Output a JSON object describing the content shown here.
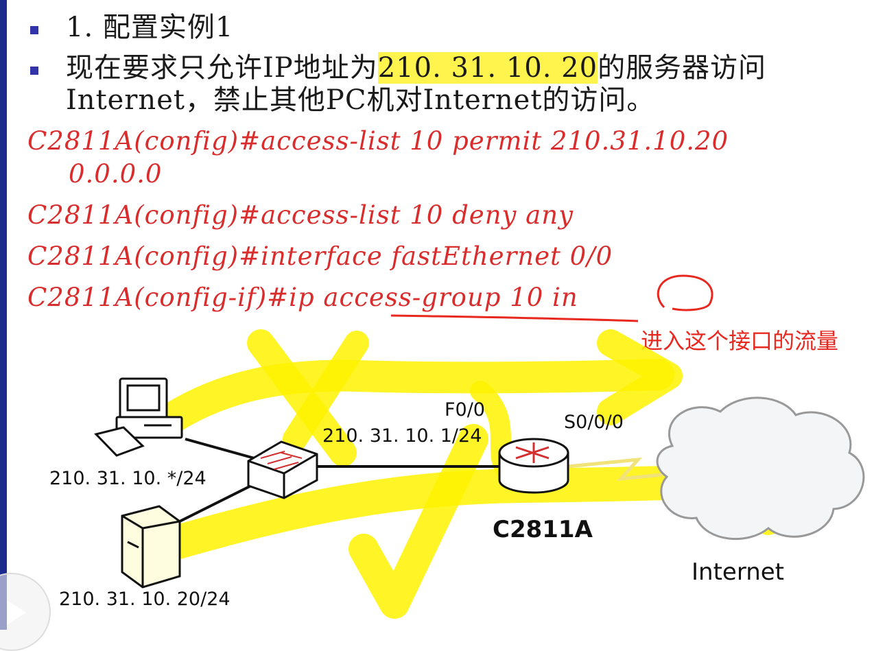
{
  "slide": {
    "item1": "1. 配置实例1",
    "item2_line1_pre": "现在要求只允许IP地址为",
    "item2_line1_hl": "210. 31. 10. 20",
    "item2_line1_post": "的服务器访问",
    "item2_line2": "Internet，禁止其他PC机对Internet的访问。"
  },
  "commands": {
    "line1": "C2811A(config)#access-list 10 permit 210.31.10.20",
    "line1b": "0.0.0.0",
    "line2": "C2811A(config)#access-list 10 deny any",
    "line3": "C2811A(config)#interface fastEthernet 0/0",
    "line4": "C2811A(config-if)#ip access-group 10 in"
  },
  "annotation": "进入这个接口的流量",
  "diagram": {
    "pc_subnet": "210. 31. 10. */24",
    "server_ip": "210. 31. 10. 20/24",
    "f00_label": "F0/0",
    "f00_ip": "210. 31. 10. 1/24",
    "s000_label": "S0/0/0",
    "router_name": "C2811A",
    "cloud_label": "Internet"
  },
  "icons": [
    "pc-icon",
    "server-icon",
    "switch-icon",
    "router-icon",
    "cloud-icon",
    "play-icon"
  ],
  "colors": {
    "highlight": "#fff34d",
    "command": "#d92c2c",
    "annotation": "#e8281f",
    "accent": "#1b2a8c"
  }
}
